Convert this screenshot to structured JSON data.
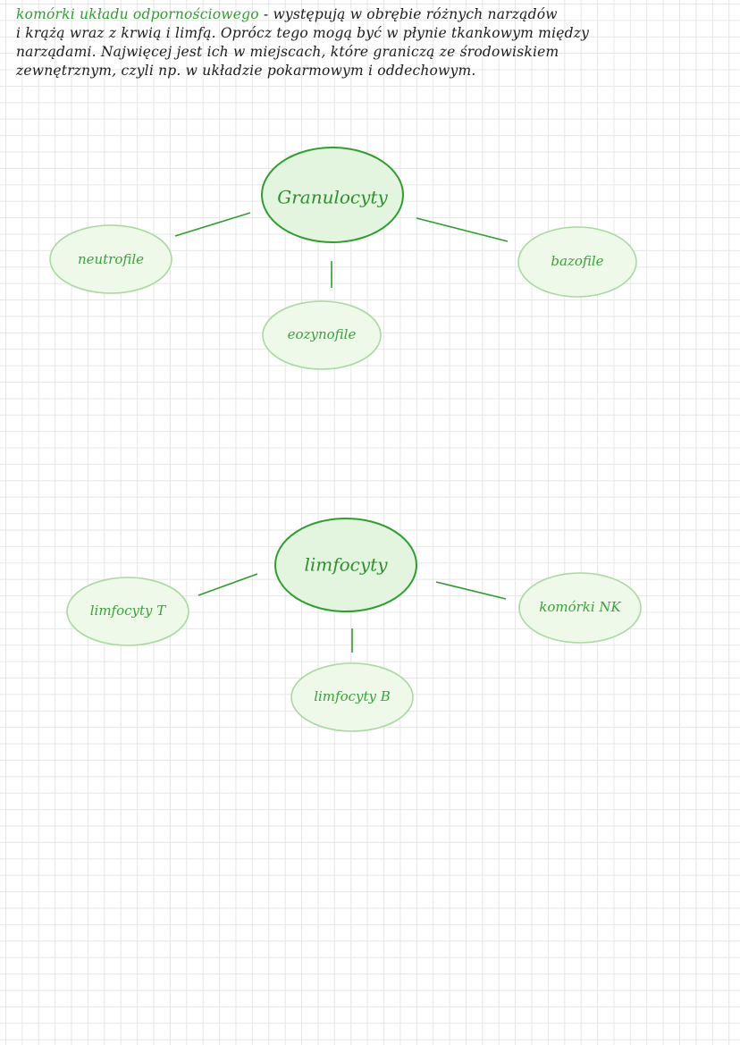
{
  "intro": {
    "highlight": "komórki układu odpornościowego",
    "text": " - występują w obrębie różnych narządów\ni krążą wraz z krwią i limfą. Oprócz tego mogą być w płynie tkankowym między\nnarządami. Najwięcej jest ich w miejscach, które graniczą ze środowiskiem\nzewnętrznym, czyli np. w układzie pokarmowym i oddechowym."
  },
  "colors": {
    "accent": "#2f9e2f",
    "bubble_fill_main": "#e3f5df",
    "bubble_fill_sub": "#eef9ea",
    "grid": "#e6e6e6"
  },
  "granulocyty": {
    "center": "Granulocyty",
    "left": "neutrofile",
    "right": "bazofile",
    "bottom": "eozynofile"
  },
  "limfocyty": {
    "center": "limfocyty",
    "left": "limfocyty T",
    "right": "komórki NK",
    "bottom": "limfocyty B"
  }
}
